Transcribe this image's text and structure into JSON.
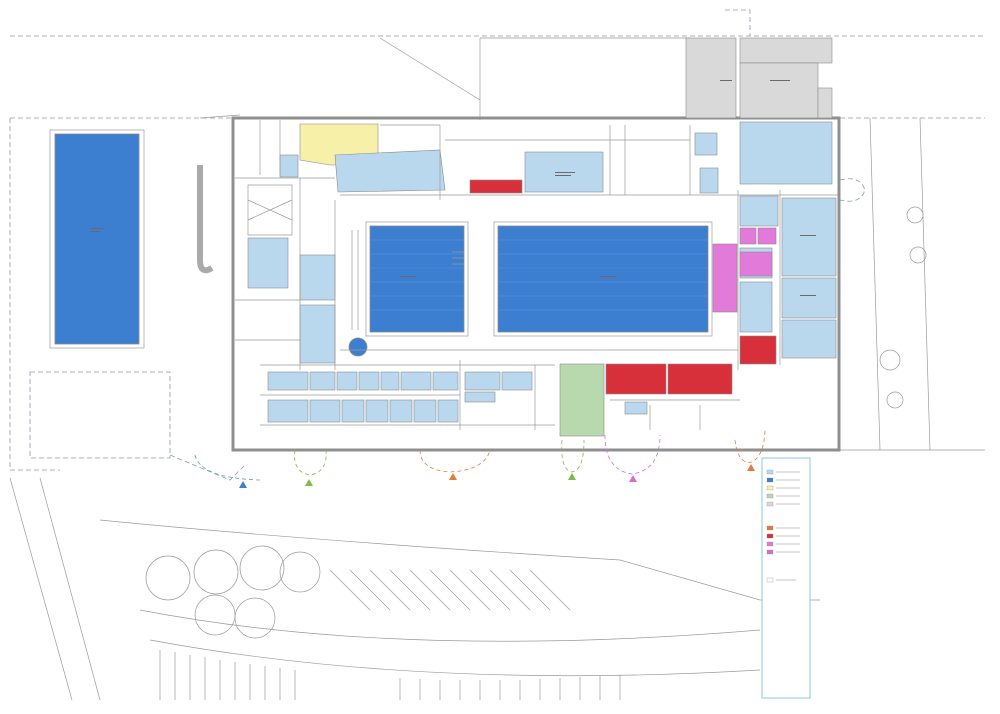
{
  "legend": {
    "swatches": [
      {
        "name": "zone-light-blue",
        "color": "#b9d8ee"
      },
      {
        "name": "zone-pool-blue",
        "color": "#3c7ed0"
      },
      {
        "name": "zone-magenta",
        "color": "#e27ad9"
      },
      {
        "name": "zone-red",
        "color": "#d8303a"
      },
      {
        "name": "zone-yellow",
        "color": "#f6f0a8"
      },
      {
        "name": "zone-green",
        "color": "#b8d9ae"
      },
      {
        "name": "zone-grey",
        "color": "#d9d9d9"
      }
    ]
  },
  "colors": {
    "light_zone": "#b9d8ee",
    "pool": "#3c7ed0",
    "wall": "#9a9a9a",
    "access_orange": "#e07d3a",
    "access_green": "#7dbb4a",
    "access_magenta": "#d46ed0"
  }
}
